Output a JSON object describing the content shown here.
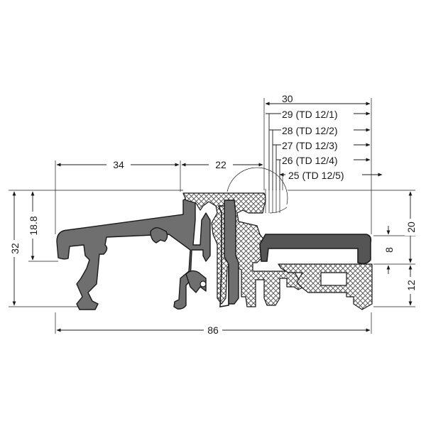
{
  "dimensions": {
    "top": [
      {
        "id": "d34",
        "label": "34"
      },
      {
        "id": "d22",
        "label": "22"
      }
    ],
    "stack": [
      {
        "id": "d30",
        "label": "30"
      },
      {
        "id": "d29",
        "label": "29 (TD 12/1)"
      },
      {
        "id": "d28",
        "label": "28 (TD 12/2)"
      },
      {
        "id": "d27",
        "label": "27 (TD 12/3)"
      },
      {
        "id": "d26",
        "label": "26 (TD 12/4)"
      },
      {
        "id": "d25",
        "label": "25 (TD 12/5)"
      }
    ],
    "left": [
      {
        "id": "d32",
        "label": "32"
      },
      {
        "id": "d18",
        "label": "18.8"
      }
    ],
    "right": [
      {
        "id": "d20",
        "label": "20"
      },
      {
        "id": "d8",
        "label": "8"
      },
      {
        "id": "d12",
        "label": "12"
      }
    ],
    "bottom": {
      "id": "d86",
      "label": "86"
    }
  },
  "colors": {
    "profile": "#6f6f6f",
    "bar": "#555555",
    "outline": "#1a1a1a"
  }
}
